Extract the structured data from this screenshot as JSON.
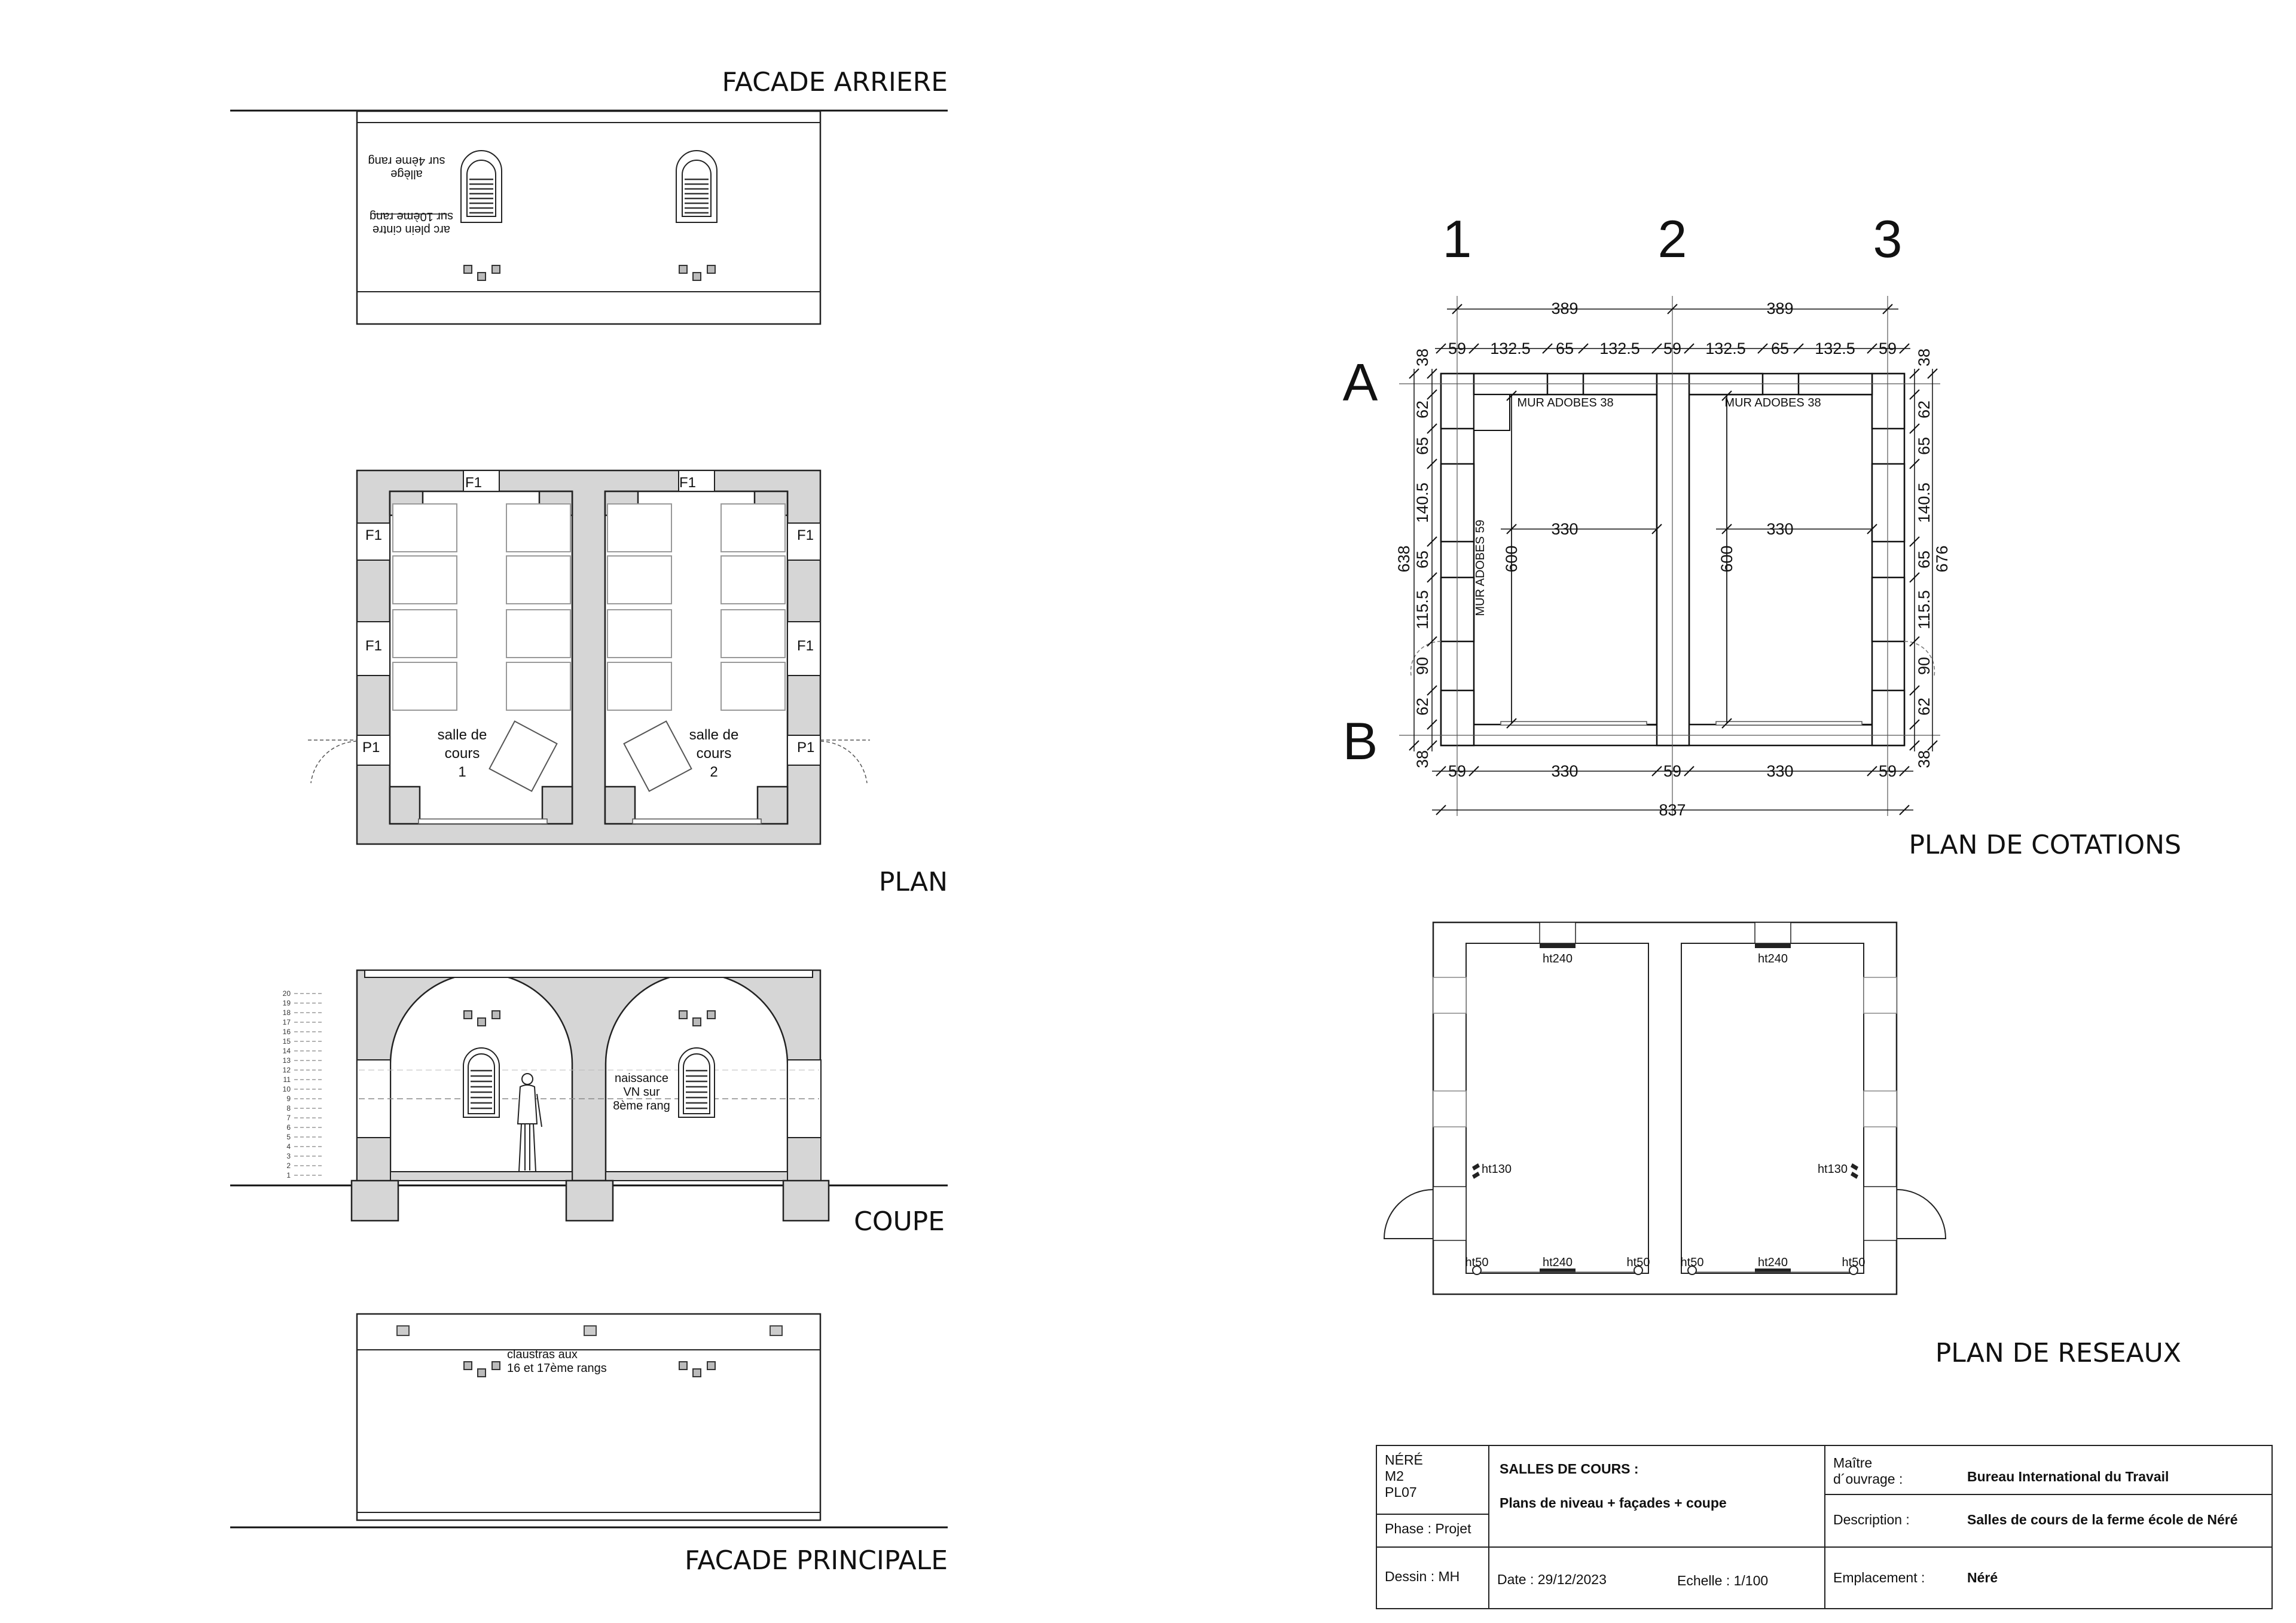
{
  "views": {
    "facade_arriere": "FACADE ARRIERE",
    "plan": "PLAN",
    "coupe": "COUPE",
    "facade_principale": "FACADE PRINCIPALE",
    "plan_cotations": "PLAN DE COTATIONS",
    "plan_reseaux": "PLAN DE RESEAUX"
  },
  "facade_arriere_notes": {
    "allege_1": "allège",
    "allege_2": "sur 4ème rang",
    "arc_1": "arc plein cintre",
    "arc_2": "sur 10ème rang"
  },
  "plan_labels": {
    "f1": "F1",
    "p1": "P1",
    "room1": [
      "salle de",
      "cours",
      "1"
    ],
    "room2": [
      "salle de",
      "cours",
      "2"
    ]
  },
  "coupe_notes": {
    "naissance": [
      "naissance",
      "VN sur",
      "8ème rang"
    ],
    "rows": [
      "20",
      "19",
      "18",
      "17",
      "16",
      "15",
      "14",
      "13",
      "12",
      "11",
      "10",
      "9",
      "8",
      "7",
      "6",
      "5",
      "4",
      "3",
      "2",
      "1"
    ]
  },
  "facade_principale_notes": [
    "claustras aux",
    "16 et 17ème rangs"
  ],
  "cotations": {
    "axes_x": [
      "1",
      "2",
      "3"
    ],
    "axes_y": [
      "A",
      "B"
    ],
    "d389": "389",
    "d59": "59",
    "d1325": "132.5",
    "d65": "65",
    "d38": "38",
    "d62": "62",
    "d1405": "140.5",
    "d1155": "115.5",
    "d90": "90",
    "d638": "638",
    "d676": "676",
    "d330": "330",
    "d600": "600",
    "d837": "837",
    "mur38": "MUR ADOBES 38",
    "mur59": "MUR ADOBES 59"
  },
  "reseaux": {
    "ht240": "ht240",
    "ht130": "ht130",
    "ht50": "ht50"
  },
  "title_block": {
    "code": [
      "NÉRÉ",
      "M2",
      "PL07"
    ],
    "phase": "Phase : Projet",
    "dessin": "Dessin : MH",
    "heading": "SALLES DE COURS :",
    "subheading": "Plans de niveau + façades + coupe",
    "date": "Date : 29/12/2023",
    "echelle": "Echelle : 1/100",
    "maitre_label_1": "Maître",
    "maitre_label_2": "d´ouvrage :",
    "maitre": "Bureau International du Travail",
    "description_label": "Description :",
    "description": "Salles de cours de la ferme école de Néré",
    "emplacement_label": "Emplacement :",
    "emplacement": "Néré"
  }
}
